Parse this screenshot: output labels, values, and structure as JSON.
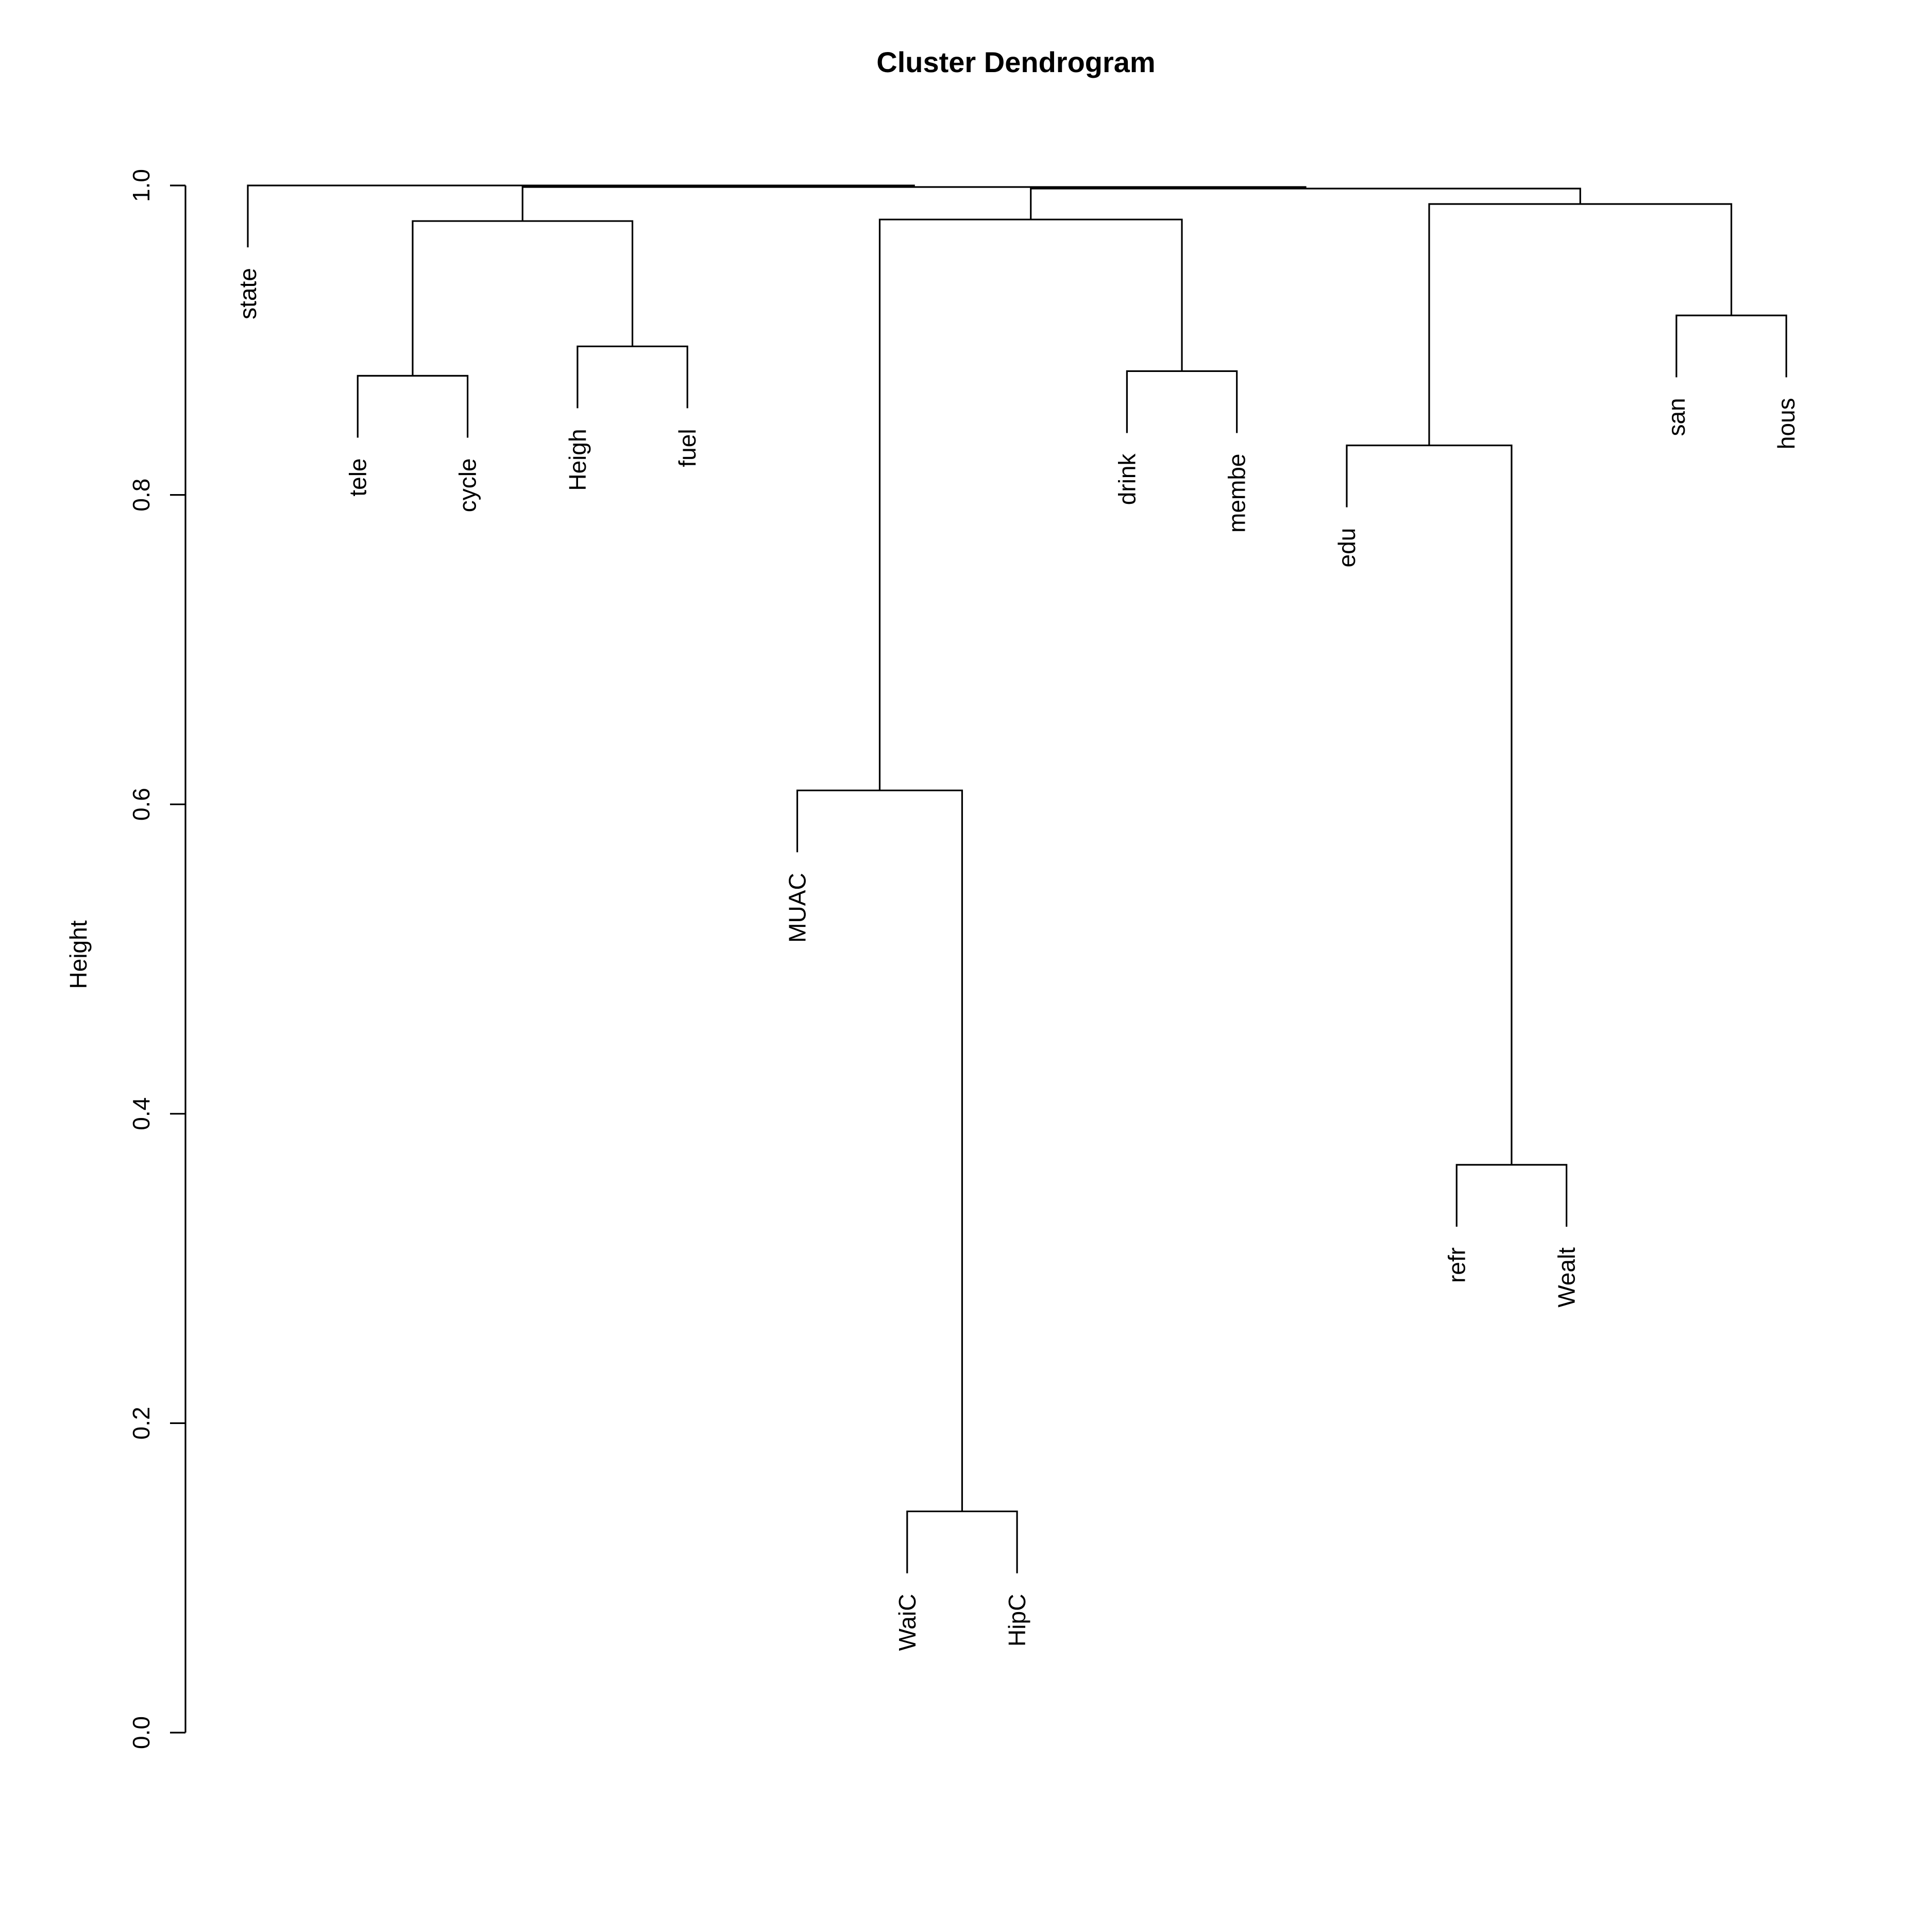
{
  "chart_data": {
    "type": "dendrogram",
    "title": "Cluster Dendrogram",
    "xlabel": "",
    "ylabel": "Height",
    "ylim": [
      0,
      1
    ],
    "yticks": [
      "0.0",
      "0.2",
      "0.4",
      "0.6",
      "0.8",
      "1.0"
    ],
    "yticks_values": [
      0,
      0.2,
      0.4,
      0.6,
      0.8,
      1.0
    ],
    "grid": false,
    "hang": 0.04,
    "leaves": [
      "state",
      "tele",
      "cycle",
      "Heigh",
      "fuel",
      "MUAC",
      "WaiC",
      "HipC",
      "drink",
      "membe",
      "edu",
      "refr",
      "Wealt",
      "san",
      "hous"
    ],
    "merges": [
      {
        "id": "m1",
        "left": "leaf:WaiC",
        "right": "leaf:HipC",
        "height": 0.143
      },
      {
        "id": "m2",
        "left": "leaf:refr",
        "right": "leaf:Wealt",
        "height": 0.367
      },
      {
        "id": "m3",
        "left": "leaf:MUAC",
        "right": "m1",
        "height": 0.609
      },
      {
        "id": "m4",
        "left": "leaf:edu",
        "right": "m2",
        "height": 0.832
      },
      {
        "id": "m5",
        "left": "leaf:tele",
        "right": "leaf:cycle",
        "height": 0.877
      },
      {
        "id": "m6",
        "left": "leaf:drink",
        "right": "leaf:membe",
        "height": 0.88
      },
      {
        "id": "m7",
        "left": "leaf:Heigh",
        "right": "leaf:fuel",
        "height": 0.896
      },
      {
        "id": "m8",
        "left": "leaf:san",
        "right": "leaf:hous",
        "height": 0.916
      },
      {
        "id": "m9",
        "left": "m5",
        "right": "m7",
        "height": 0.977
      },
      {
        "id": "m10",
        "left": "m3",
        "right": "m6",
        "height": 0.978
      },
      {
        "id": "m11",
        "left": "m4",
        "right": "m8",
        "height": 0.988
      },
      {
        "id": "m12",
        "left": "m10",
        "right": "m11",
        "height": 0.998
      },
      {
        "id": "m13",
        "left": "m9",
        "right": "m12",
        "height": 0.999
      },
      {
        "id": "m14",
        "left": "leaf:state",
        "right": "m13",
        "height": 1.0
      }
    ]
  }
}
